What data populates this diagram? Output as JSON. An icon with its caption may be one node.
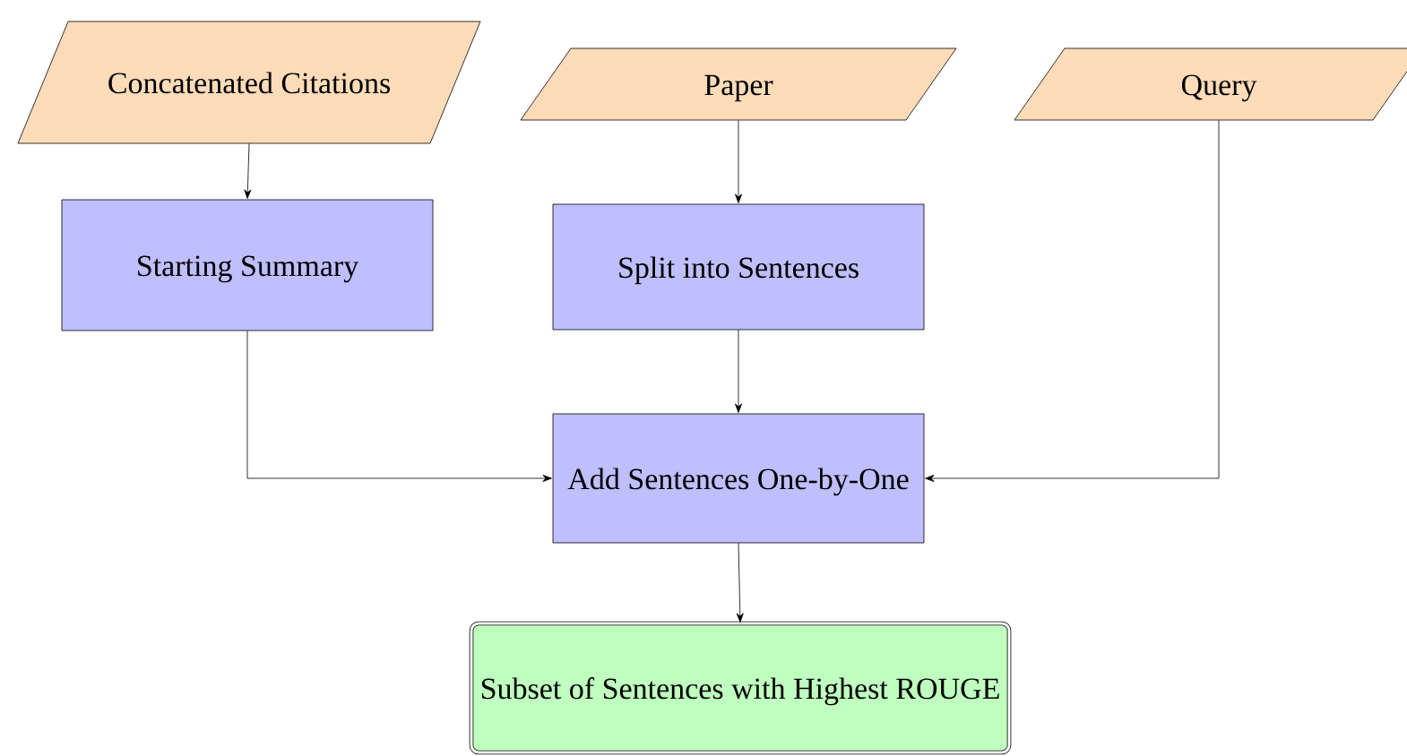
{
  "diagram": {
    "nodes": [
      {
        "text": [
          "Concatenated Citations"
        ]
      },
      {
        "text": [
          "Paper"
        ]
      },
      {
        "text": [
          "Query"
        ]
      },
      {
        "text": [
          "Starting Summary"
        ]
      },
      {
        "text": [
          "Split into Sentences"
        ]
      },
      {
        "text": [
          "Add Sentences One-by-One"
        ]
      },
      {
        "text": [
          "Subset of Sentences with Highest ROUGE"
        ]
      }
    ],
    "edges": [
      {
        "from": 0,
        "to": 3,
        "arrow": "to"
      },
      {
        "from": 1,
        "to": 4,
        "arrow": "to"
      },
      {
        "from": 4,
        "to": 5,
        "arrow": "to"
      },
      {
        "from": 3,
        "to": 5,
        "arrow": "to"
      },
      {
        "from": 2,
        "to": 5,
        "arrow": "to"
      },
      {
        "from": 5,
        "to": 6,
        "arrow": "to"
      }
    ]
  }
}
